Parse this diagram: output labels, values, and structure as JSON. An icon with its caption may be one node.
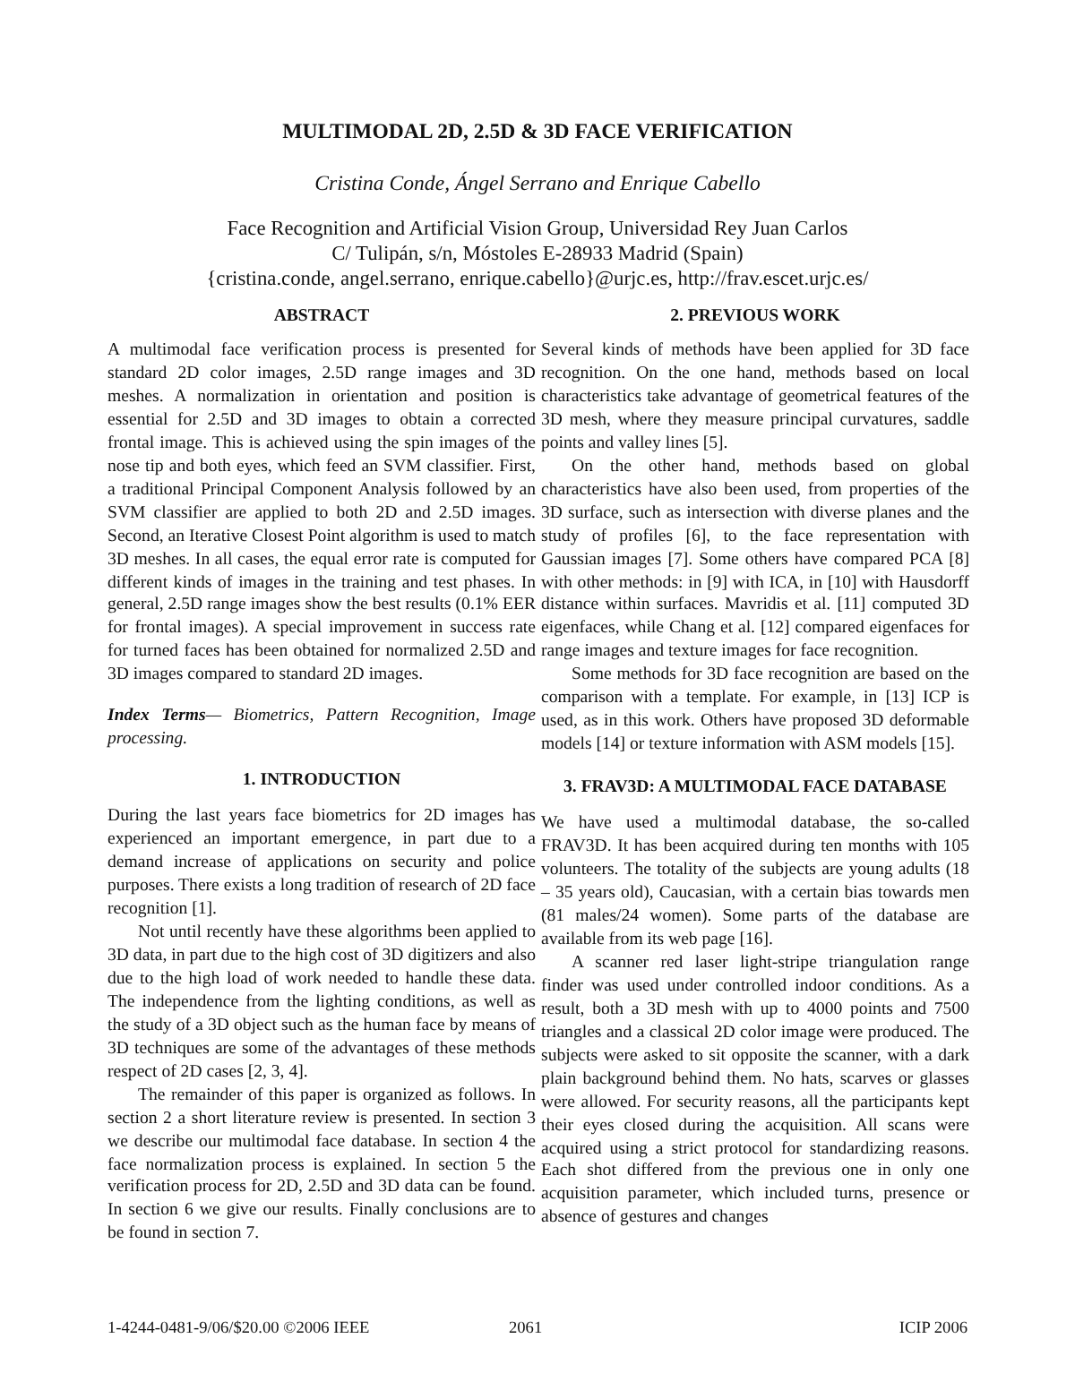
{
  "diagram": {
    "title": "MULTIMODAL 2D, 2.5D & 3D FACE VERIFICATION",
    "labels": [
      "Cristina Conde, Ángel Serrano and Enrique Cabello",
      "Face Recognition and Artificial Vision Group, Universidad Rey Juan Carlos",
      "C/ Tulipán, s/n, Móstoles E-28933 Madrid (Spain)",
      "{cristina.conde, angel.serrano, enrique.cabello}@urjc.es, http://frav.escet.urjc.es/",
      "ABSTRACT",
      "A multimodal face verification process is presented for standard 2D color images, 2.5D range images and 3D meshes. A normalization in orientation and position is essential for 2.5D and 3D images to obtain a corrected frontal image. This is achieved using the spin images of the nose tip and both eyes, which feed an SVM classifier. First, a traditional Principal Component Analysis followed by an SVM classifier are applied to both 2D and 2.5D images. Second, an Iterative Closest Point algorithm is used to match 3D meshes. In all cases, the equal error rate is computed for different kinds of images in the training and test phases. In general, 2.5D range images show the best results (0.1% EER for frontal images). A special improvement in success rate for turned faces has been obtained for normalized 2.5D and 3D images compared to standard 2D images.",
      "**Index Terms**— Biometrics, Pattern Recognition, Image processing.",
      "1. INTRODUCTION",
      "During the last years face biometrics for 2D images has experienced an important emergence, in part due to a demand increase of applications on security and police purposes. There exists a long tradition of research of 2D face recognition [1].",
      "Not until recently have these algorithms been applied to 3D data, in part due to the high cost of 3D digitizers and also due to the high load of work needed to handle these data. The independence from the lighting conditions, as well as the study of a 3D object such as the human face by means of 3D techniques are some of the advantages of these methods respect of 2D cases [2, 3, 4].",
      "The remainder of this paper is organized as follows. In section 2 a short literature review is presented. In section 3 we describe our multimodal face database. In section 4 the face normalization process is explained. In section 5 the verification process for 2D, 2.5D and 3D data can be found. In section 6 we give our results. Finally conclusions are to be found in section 7.",
      "2. PREVIOUS WORK",
      "Several kinds of methods have been applied for 3D face recognition. On the one hand, methods based on local characteristics take advantage of geometrical features of the 3D mesh, where they measure principal curvatures, saddle points and valley lines [5].",
      "On the other hand, methods based on global characteristics have also been used, from properties of the 3D surface, such as intersection with diverse planes and the study of profiles [6], to the face representation with Gaussian images [7]. Some others have compared PCA [8] with other methods: in [9] with ICA, in [10] with Hausdorff distance within surfaces. Mavridis et al. [11] computed 3D eigenfaces, while Chang et al. [12] compared eigenfaces for range images and texture images for face recognition.",
      "Some methods for 3D face recognition are based on the comparison with a template. For example, in [13] ICP is used, as in this work. Others have proposed 3D deformable models [14] or texture information with ASM models [15].",
      "3. FRAV3D: A MULTIMODAL FACE DATABASE",
      "We have used a multimodal database, the so-called FRAV3D. It has been acquired during ten months with 105 volunteers. The totality of the subjects are young adults (18 – 35 years old), Caucasian, with a certain bias towards men (81 males/24 women). Some parts of the database are available from its web page [16].",
      "A scanner red laser light-stripe triangulation range finder was used under controlled indoor conditions. As a result, both a 3D mesh with up to 4000 points and 7500 triangles and a classical 2D color image were produced. The subjects were asked to sit opposite the scanner, with a dark plain background behind them. No hats, scarves or glasses were allowed. For security reasons, all the participants kept their eyes closed during the acquisition. All scans were acquired using a strict protocol for standardizing reasons. Each shot differed from the previous one in only one acquisition parameter, which included turns, presence or absence of gestures and changes",
      "1-4244-0481-9/06/$20.00 ©2006 IEEE",
      "2061",
      "ICIP 2006"
    ]
  }
}
